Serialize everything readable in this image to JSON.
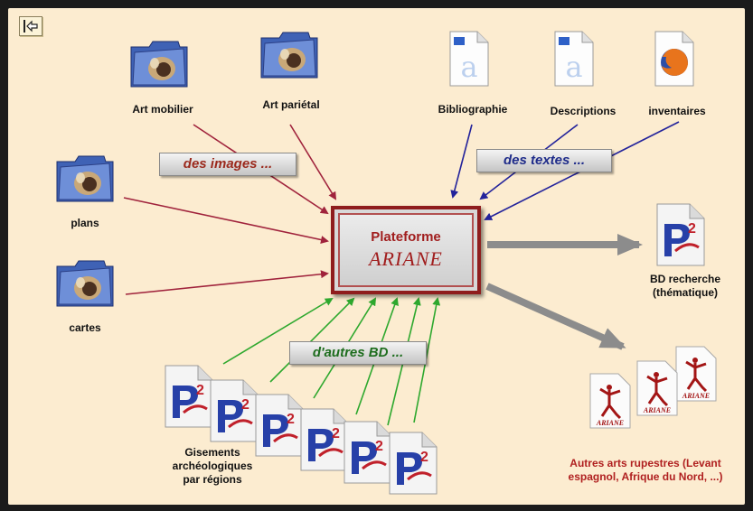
{
  "center": {
    "title": "Plateforme",
    "subtitle": "ARIANE"
  },
  "banners": {
    "images": "des images ...",
    "textes": "des textes ...",
    "bd": "d'autres BD ..."
  },
  "nodes": {
    "art_mobilier": "Art mobilier",
    "art_parietal": "Art pariétal",
    "plans": "plans",
    "cartes": "cartes",
    "bibliographie": "Bibliographie",
    "descriptions": "Descriptions",
    "inventaires": "inventaires",
    "bd_recherche": "BD recherche (thématique)",
    "gisements": "Gisements archéologiques par régions",
    "autres_arts": "Autres arts rupestres (Levant espagnol, Afrique du Nord, ...)"
  },
  "icons": {
    "folder": "folder-icon",
    "text_doc": "text-document-icon",
    "firefox_doc": "firefox-document-icon",
    "p2_doc": "p2-database-document-icon",
    "ariane_doc": "ariane-document-icon",
    "back": "back-arrow-icon"
  },
  "ariane_doc_label": "ARIANE",
  "colors": {
    "background": "#fcecd0",
    "image_arrows": "#a0233c",
    "text_arrows": "#23239b",
    "bd_arrows": "#2ea82e",
    "output_arrows": "#8c8c8c",
    "platform_border": "#8f1d1d"
  }
}
